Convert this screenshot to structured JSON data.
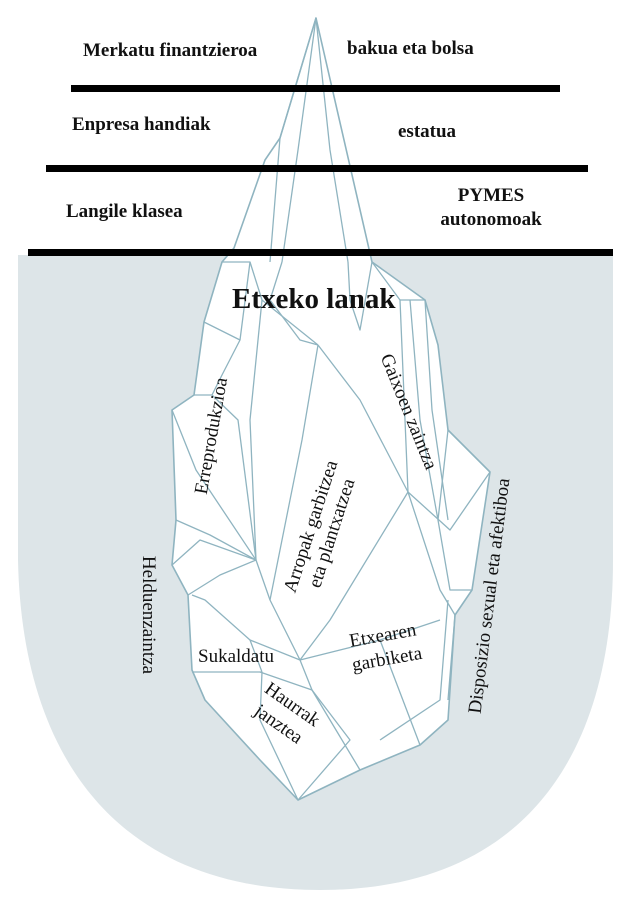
{
  "layers": {
    "top": {
      "left_label": "Merkatu finantzieroa",
      "right_label": "bakua eta bolsa"
    },
    "middle": {
      "left_label": "Enpresa handiak",
      "right_label": "estatua"
    },
    "bottom": {
      "left_label": "Langile klasea",
      "right_label_line1": "PYMES",
      "right_label_line2": "autonomoak"
    }
  },
  "underwater": {
    "title": "Etxeko lanak",
    "labels": {
      "erreprodukzioa": "Erreprodukzioa",
      "gaixoen_zaintza": "Gaixoen zaintza",
      "arropak_line1": "Arropak garbitzea",
      "arropak_line2": "eta plantxatzea",
      "helduen_zaintza": "Helduenzaintza",
      "sukaldatu": "Sukaldatu",
      "etxearen_line1": "Etxearen",
      "etxearen_line2": "garbiketa",
      "haurrak_line1": "Haurrak",
      "haurrak_line2": "janztea",
      "disposizio": "Disposizio sexual eta afektiboa"
    }
  },
  "colors": {
    "water": "#dde5e8",
    "iceberg_stroke": "#8fb4c0",
    "iceberg_fill": "#ffffff",
    "bar": "#000000"
  }
}
